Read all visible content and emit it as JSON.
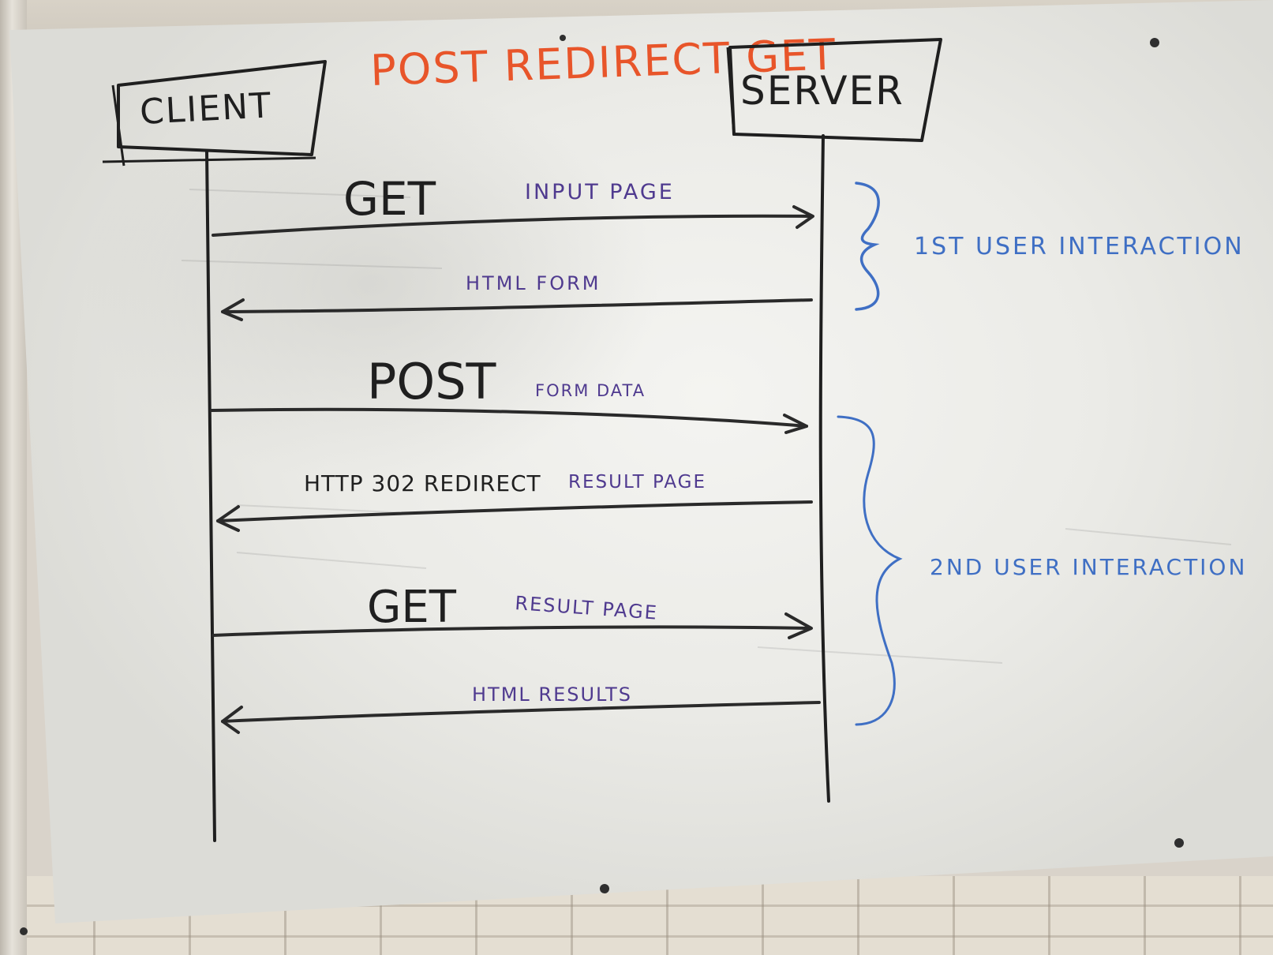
{
  "title": "POST REDIRECT GET",
  "actors": {
    "client": "CLIENT",
    "server": "SERVER"
  },
  "messages": [
    {
      "method": "GET",
      "detail": "INPUT PAGE",
      "direction": "to-server"
    },
    {
      "method": "",
      "detail": "HTML FORM",
      "direction": "to-client"
    },
    {
      "method": "POST",
      "detail": "FORM DATA",
      "direction": "to-server"
    },
    {
      "method": "HTTP 302 REDIRECT",
      "detail": "RESULT PAGE",
      "direction": "to-client"
    },
    {
      "method": "GET",
      "detail": "RESULT PAGE",
      "direction": "to-server"
    },
    {
      "method": "",
      "detail": "HTML RESULTS",
      "direction": "to-client"
    }
  ],
  "interactions": [
    {
      "label": "1ST USER INTERACTION"
    },
    {
      "label": "2ND USER INTERACTION"
    }
  ],
  "colors": {
    "ink_black": "#1f1f1f",
    "ink_title": "#e8552a",
    "ink_purple": "#4f3a8f",
    "ink_blue": "#3f6fc4"
  }
}
